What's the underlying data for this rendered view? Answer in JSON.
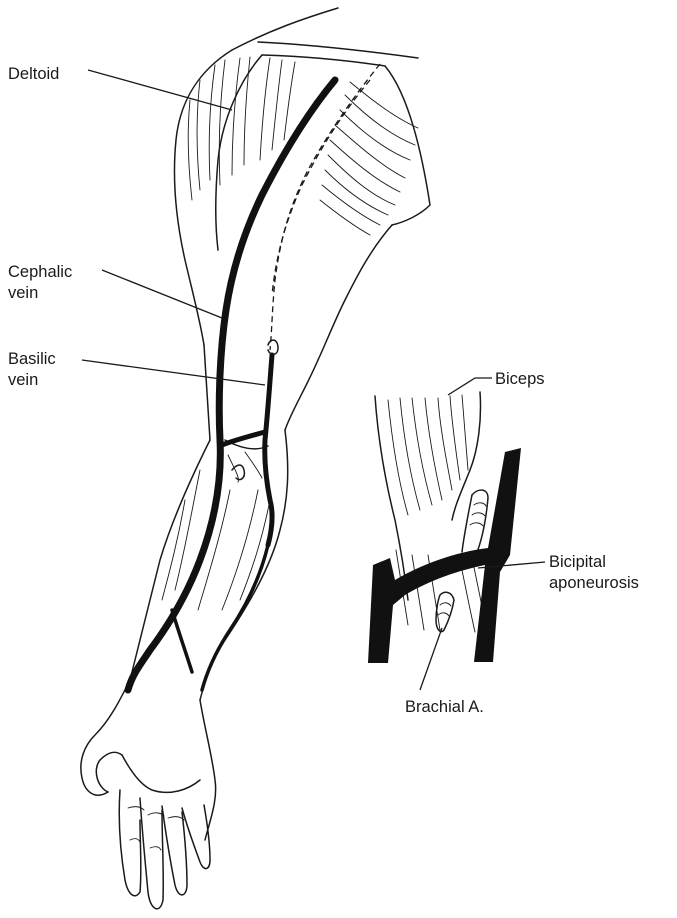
{
  "labels": {
    "deltoid": "Deltoid",
    "cephalic_line1": "Cephalic",
    "cephalic_line2": "vein",
    "basilic_line1": "Basilic",
    "basilic_line2": "vein",
    "biceps": "Biceps",
    "bicipital_line1": "Bicipital",
    "bicipital_line2": "aponeurosis",
    "brachial": "Brachial A."
  },
  "colors": {
    "ink": "#1a1a1a",
    "vein": "#111111",
    "background": "#ffffff"
  }
}
